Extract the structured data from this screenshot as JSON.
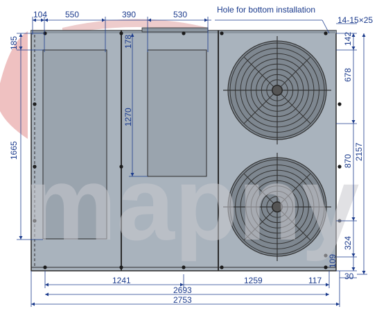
{
  "watermark": "mapny",
  "annotations": {
    "hole_note": "Hole for bottom installation",
    "hole_spec": "14-15×25"
  },
  "dims_top": [
    "104",
    "550",
    "390",
    "530"
  ],
  "dims_left": [
    "185",
    "1665"
  ],
  "dims_panel2": [
    "178",
    "1270"
  ],
  "dims_right": [
    "142",
    "678",
    "870",
    "2157",
    "324",
    "109",
    "30"
  ],
  "dims_bottom": [
    "1241",
    "1259",
    "117",
    "2693",
    "2753"
  ],
  "colors": {
    "line": "#1a3a8c",
    "panel": "#a9b3bd",
    "door": "#9aa4ae",
    "frame": "#2a2a2a",
    "fan": "#333333",
    "watermark_accent": "#c0392b"
  },
  "icons": [
    "fan-guard-icon"
  ]
}
